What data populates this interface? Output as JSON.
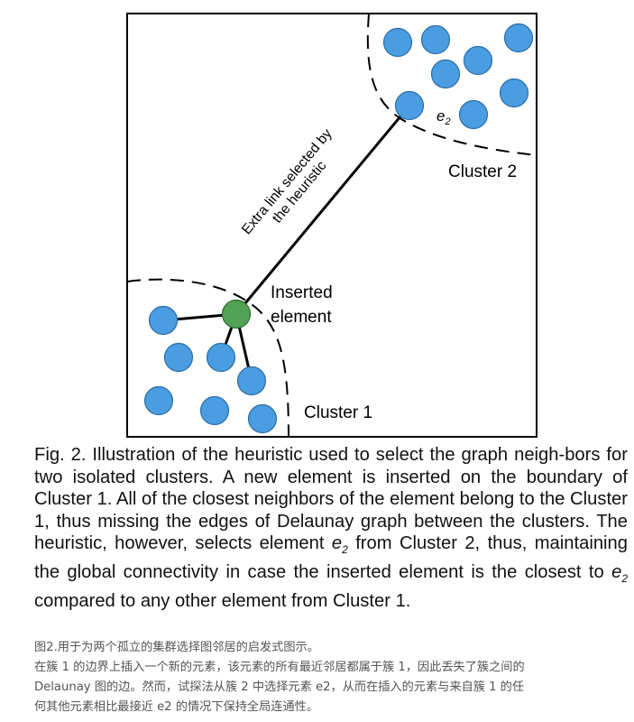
{
  "diagram": {
    "label_inserted_line1": "Inserted",
    "label_inserted_line2": "element",
    "label_cluster1": "Cluster 1",
    "label_cluster2": "Cluster 2",
    "label_e2_base": "e",
    "label_e2_sub": "2",
    "label_extra_link_line1": "Extra link selected by",
    "label_extra_link_line2": "the heuristic",
    "colors": {
      "node_blue": "#4a9de0",
      "node_blue_stroke": "#2c6fa8",
      "node_green": "#52a155",
      "node_green_stroke": "#2f6d33",
      "line": "#000000"
    }
  },
  "caption": {
    "part1": "Fig. 2. Illustration of the heuristic used to select the graph neigh-bors for two isolated clusters. A new element is inserted on the boundary of Cluster 1. All of the closest neighbors of the element belong to the Cluster 1, thus missing the edges of Delaunay graph between the clusters. The heuristic, however, selects element ",
    "e2_base": "e",
    "e2_sub": "2",
    "part2": " from Cluster 2, thus, maintaining the global connectivity in case the inserted element is the closest to ",
    "part3": " compared to any other element from Cluster 1."
  },
  "caption_cn": {
    "line1": "图2.用于为两个孤立的集群选择图邻居的启发式图示。",
    "line2": "在簇 1 的边界上插入一个新的元素，该元素的所有最近邻居都属于簇 1，因此丢失了簇之间的",
    "line3": "Delaunay 图的边。然而，试探法从簇 2 中选择元素 e2，从而在插入的元素与来自簇 1 的任",
    "line4": "何其他元素相比最接近 e2 的情况下保持全局连通性。"
  }
}
